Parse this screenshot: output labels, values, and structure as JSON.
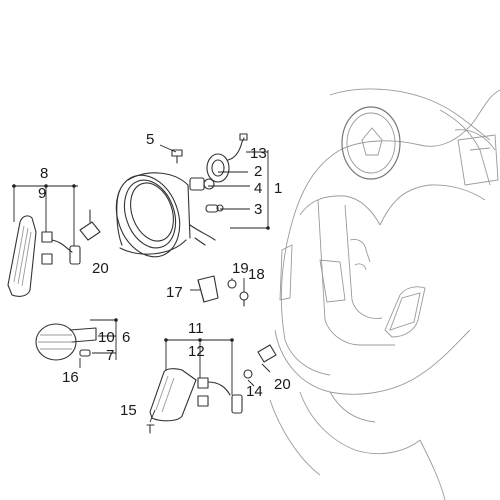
{
  "diagram": {
    "callouts": {
      "c1": "1",
      "c2": "2",
      "c3": "3",
      "c4": "4",
      "c5": "5",
      "c6": "6",
      "c7": "7",
      "c8": "8",
      "c9": "9",
      "c10": "10",
      "c11": "11",
      "c12": "12",
      "c13": "13",
      "c14": "14",
      "c15": "15",
      "c16": "16",
      "c17": "17",
      "c18": "18",
      "c19": "19",
      "c20a": "20",
      "c20b": "20"
    }
  }
}
